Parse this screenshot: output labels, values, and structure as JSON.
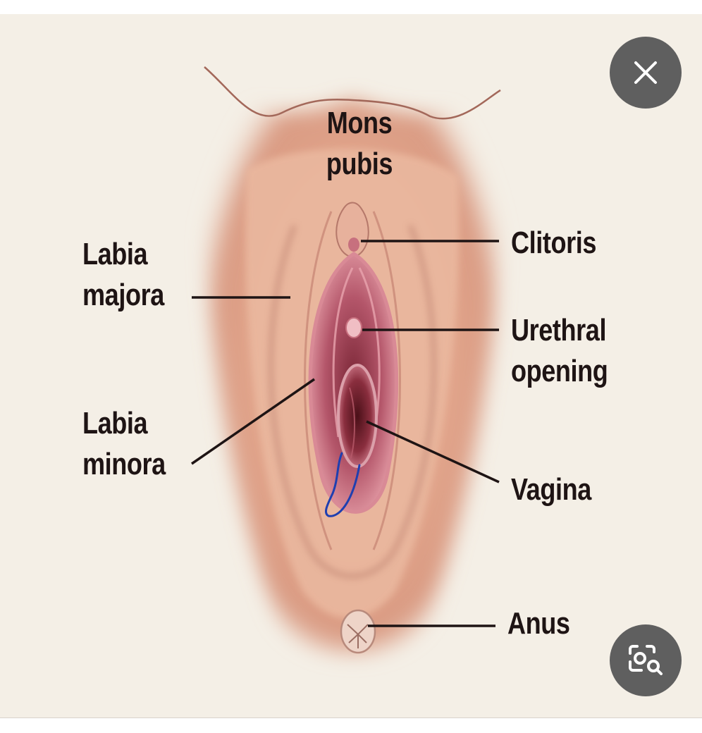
{
  "diagram": {
    "labels": {
      "mons_pubis": "Mons\npubis",
      "labia_majora": "Labia\nmajora",
      "labia_minora": "Labia\nminora",
      "clitoris": "Clitoris",
      "urethral_opening": "Urethral\nopening",
      "vagina": "Vagina",
      "anus": "Anus"
    },
    "colors": {
      "background": "#f4efe6",
      "skin": "#e8b79e",
      "skin_dark": "#c98670",
      "tissue": "#b45a6c",
      "label_text": "#1e1414",
      "annotation_ink": "#1f3fb0"
    }
  },
  "controls": {
    "close_icon": "close-icon",
    "visual_search_icon": "image-search-icon"
  }
}
